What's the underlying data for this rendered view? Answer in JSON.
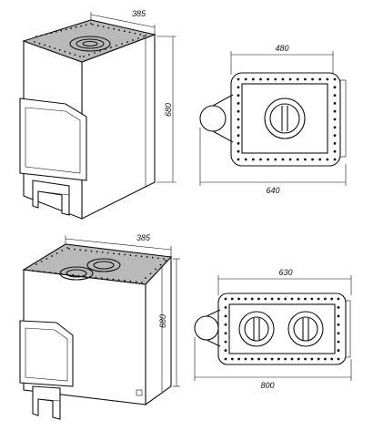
{
  "colors": {
    "line": "#111111",
    "top_plate": "#b9b9b9",
    "background": "#ffffff"
  },
  "stove_single": {
    "depth_label": "385",
    "height_label": "680",
    "plan_inner_width_label": "480",
    "plan_outer_width_label": "640"
  },
  "stove_double": {
    "depth_label": "385",
    "height_label": "680",
    "plan_inner_width_label": "630",
    "plan_outer_width_label": "800"
  }
}
